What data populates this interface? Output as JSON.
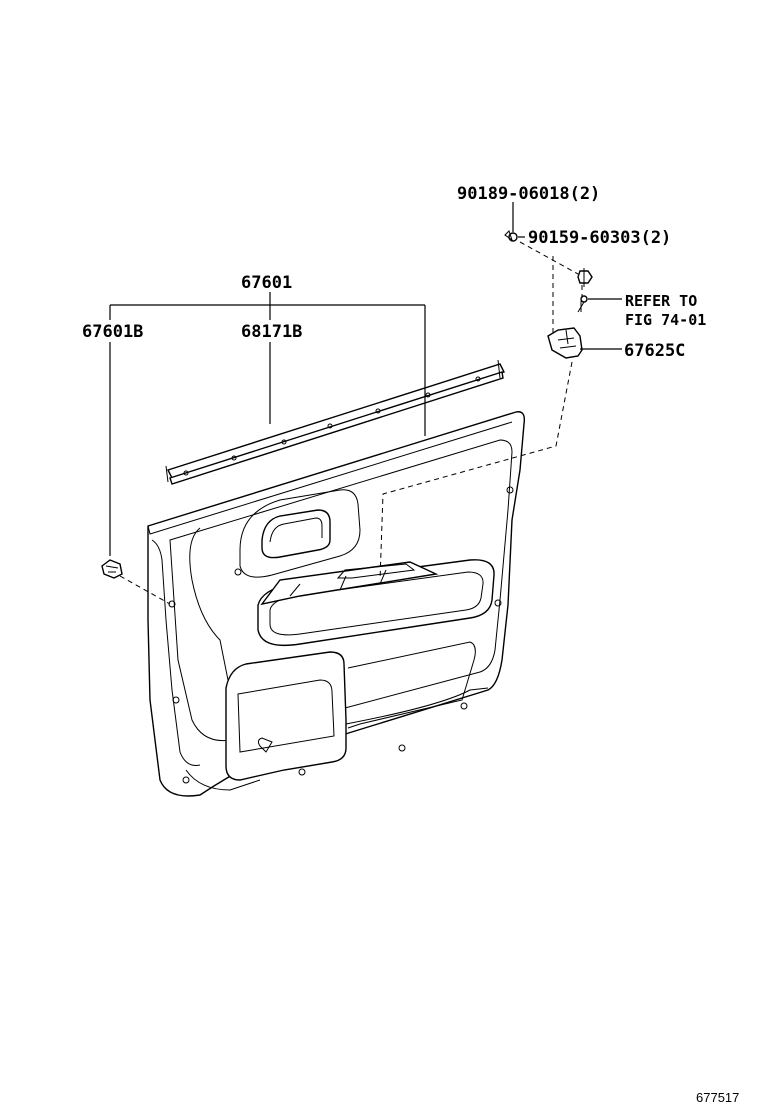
{
  "diagram": {
    "labels": {
      "p90189": "90189-06018(2)",
      "p90159": "90159-60303(2)",
      "refer_line1": "REFER TO",
      "refer_line2": "FIG 74-01",
      "p67625c": "67625C",
      "p67601": "67601",
      "p67601b": "67601B",
      "p68171b": "68171B"
    },
    "figure_code": "677517"
  }
}
